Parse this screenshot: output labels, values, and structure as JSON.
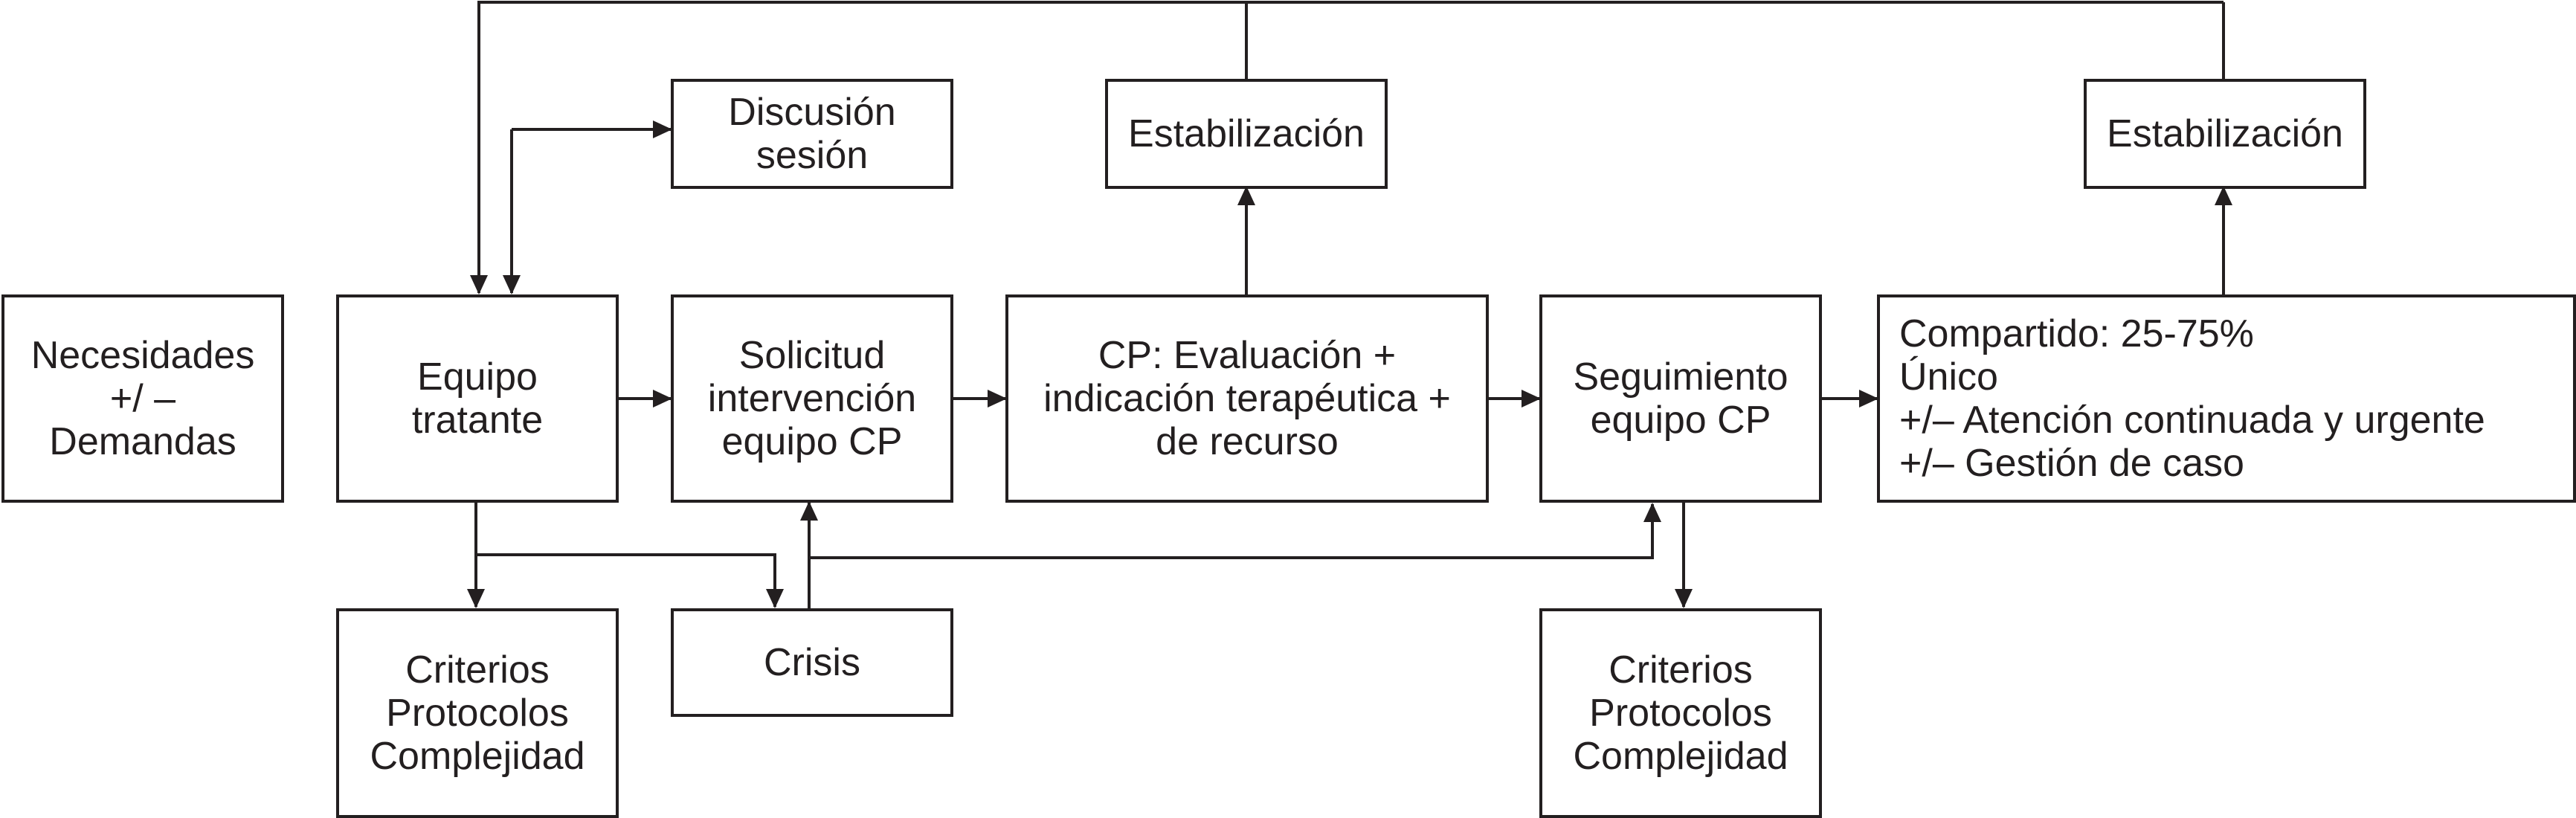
{
  "colors": {
    "line": "#231f20",
    "background": "#ffffff"
  },
  "boxes": {
    "necesidades": [
      "Necesidades",
      "+/ –",
      "Demandas"
    ],
    "equipo_tratante": [
      "Equipo",
      "tratante"
    ],
    "solicitud": [
      "Solicitud",
      "intervención",
      "equipo CP"
    ],
    "evaluacion": [
      "CP: Evaluación +",
      "indicación terapéutica +",
      "de recurso"
    ],
    "seguimiento": [
      "Seguimiento",
      "equipo CP"
    ],
    "compartido": [
      "Compartido: 25-75%",
      "Único",
      "+/– Atención continuada y urgente",
      "+/– Gestión de caso"
    ],
    "discusion": [
      "Discusión",
      "sesión"
    ],
    "estabilizacion_1": [
      "Estabilización"
    ],
    "estabilizacion_2": [
      "Estabilización"
    ],
    "crisis": [
      "Crisis"
    ],
    "criterios_1": [
      "Criterios",
      "Protocolos",
      "Complejidad"
    ],
    "criterios_2": [
      "Criterios",
      "Protocolos",
      "Complejidad"
    ]
  }
}
